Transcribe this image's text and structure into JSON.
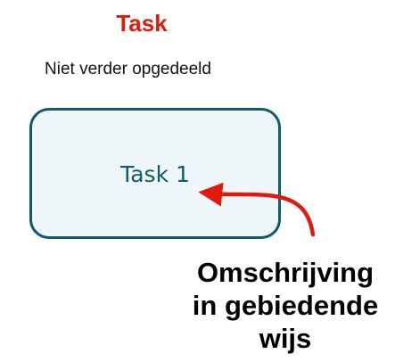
{
  "diagram": {
    "title": "Task",
    "subtitle": "Niet verder opgedeeld",
    "task_label": "Task 1",
    "annotation_lines": [
      "Omschrijving",
      "in gebiedende",
      "wijs"
    ]
  },
  "colors": {
    "title": "#e01b0e",
    "box_border": "#0f5b6a",
    "box_fill": "#eef6f9",
    "arrow": "#e01b0e",
    "annotation": "#000000"
  },
  "icons": {
    "arrow": "curved-arrow-icon"
  }
}
